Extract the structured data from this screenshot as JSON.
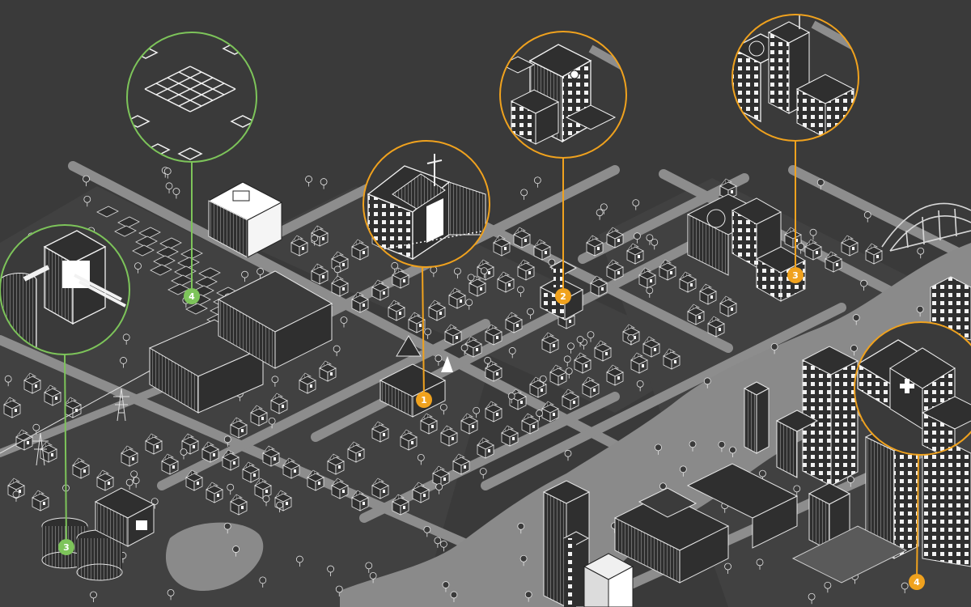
{
  "colors": {
    "background": "#3a3a3a",
    "road": "#8d8d8d",
    "water": "#8a8a8a",
    "block": "#414141",
    "building_dark": "#2f2f2f",
    "building_outline": "#e6e6e6",
    "accent_orange": "#f0a21e",
    "accent_green": "#7dc45a"
  },
  "markers": {
    "orange": [
      {
        "label": "1",
        "subject": "church"
      },
      {
        "label": "2",
        "subject": "office-tower"
      },
      {
        "label": "3",
        "subject": "helipad-towers"
      },
      {
        "label": "4",
        "subject": "hospital"
      }
    ],
    "green": [
      {
        "label": "4",
        "subject": "solar-panels"
      },
      {
        "label": "3",
        "subject": "treatment-plant"
      }
    ]
  }
}
